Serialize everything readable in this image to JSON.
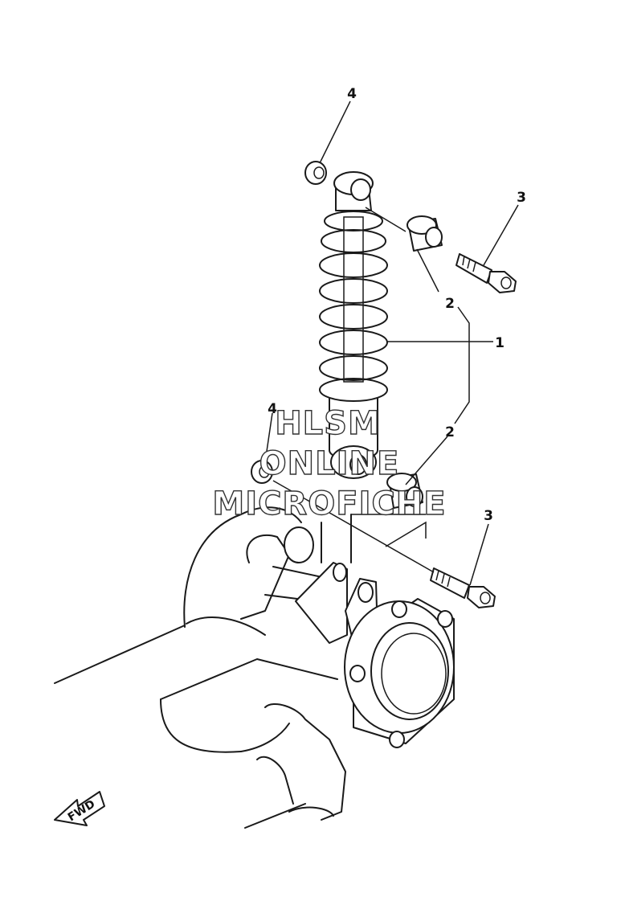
{
  "callouts": {
    "c1": "1",
    "c2a": "2",
    "c2b": "2",
    "c3a": "3",
    "c3b": "3",
    "c4a": "4",
    "c4b": "4"
  },
  "watermark": {
    "line1": "HLSM",
    "line2": "ONLINE",
    "line3": "MICROFICHE"
  },
  "direction_label": "FWD"
}
